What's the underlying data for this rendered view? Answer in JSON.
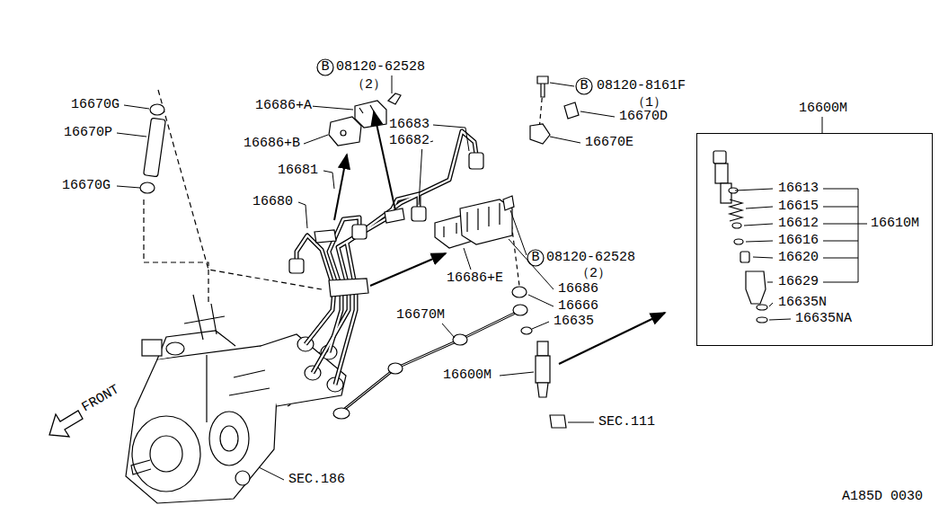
{
  "diagram": {
    "nodes": [
      {
        "text": [
          "16600M"
        ]
      }
    ],
    "labels": [
      "B",
      "08120-62528",
      "（2）",
      "16686+A",
      "16686+B",
      "16670G",
      "16670P",
      "16670G",
      "16683",
      "16682",
      "16681",
      "16680",
      "B",
      "08120-8161F",
      "（1）",
      "16670D",
      "16670E",
      "16613",
      "16615",
      "16612",
      "16610M",
      "16616",
      "16620",
      "16629",
      "16635N",
      "16635NA",
      "B",
      "08120-62528",
      "（2）",
      "16686+E",
      "16686",
      "16666",
      "16670M",
      "16635",
      "16600M",
      "SEC.111",
      "FRONT",
      "SEC.186",
      "A185D 0030"
    ]
  }
}
